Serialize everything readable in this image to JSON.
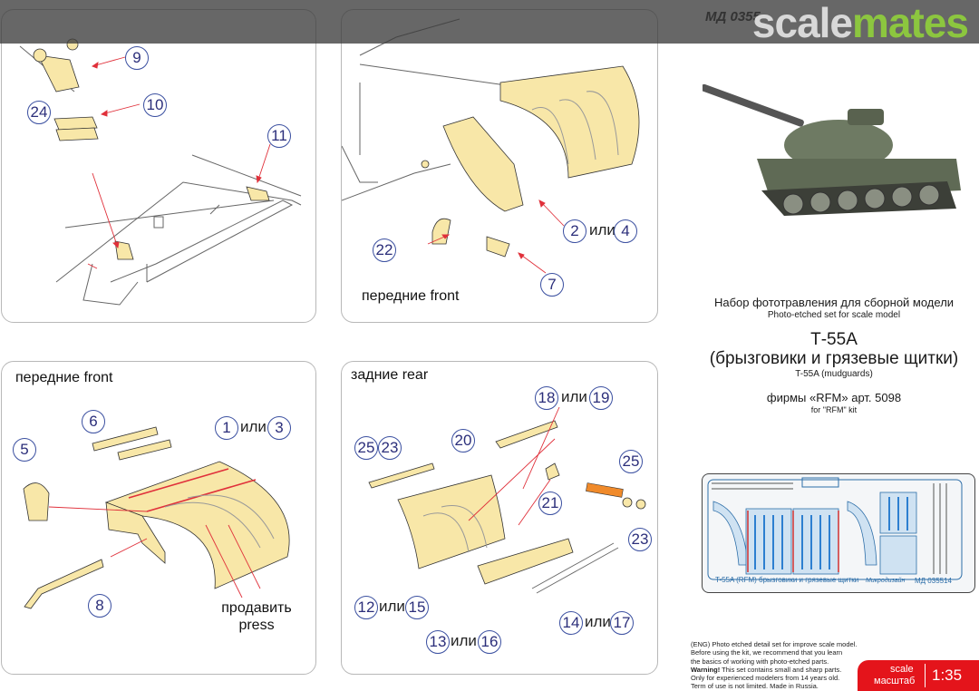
{
  "header": {
    "logo_part1": "scale",
    "logo_part2": "mates",
    "code_text": "МД 0355"
  },
  "panel_tl": {
    "callouts": [
      "9",
      "10",
      "11",
      "24"
    ]
  },
  "panel_tr": {
    "title": "передние front",
    "callouts": [
      "2",
      "4",
      "7",
      "22"
    ],
    "or_text": "или"
  },
  "panel_bl": {
    "title": "передние front",
    "callouts": [
      "1",
      "3",
      "5",
      "6",
      "8"
    ],
    "or_text": "или",
    "press_ru": "продавить",
    "press_en": "press"
  },
  "panel_br": {
    "title": "задние rear",
    "callouts": [
      "18",
      "19",
      "20",
      "21",
      "23",
      "25",
      "12",
      "15",
      "13",
      "16",
      "14",
      "17"
    ],
    "or_text": "или"
  },
  "info": {
    "set_ru": "Набор фототравления для сборной модели",
    "set_en": "Photo-etched set for scale model",
    "model": "Т-55А",
    "model_desc_ru": "(брызговики и грязевые щитки)",
    "model_desc_en": "T-55A (mudguards)",
    "firm_ru": "фирмы «RFM» арт. 5098",
    "firm_en": "for \"RFM\" kit",
    "fret_caption": "T-55A (RFM) брызговики и грязевые щитки",
    "fret_code": "МД 035514",
    "fret_brand": "Микродизайн"
  },
  "footer": {
    "line1": "(ENG) Photo etched detail set for improve scale model.",
    "line2": "Before using the kit, we recommend that you learn",
    "line3": "the basics of working with photo-etched parts.",
    "warning_label": "Warning!",
    "line4": " This set contains small and sharp parts.",
    "line5": "Only for experienced modelers from 14 years old.",
    "line6": "Term of use is not limited. Made in Russia."
  },
  "scale_badge": {
    "label_en": "scale",
    "label_ru": "масштаб",
    "value": "1:35"
  },
  "colors": {
    "part_fill": "#f8e7a8",
    "callout_border": "#3a4fa0",
    "arrow": "#e0303a",
    "scale_badge": "#e4141b"
  }
}
